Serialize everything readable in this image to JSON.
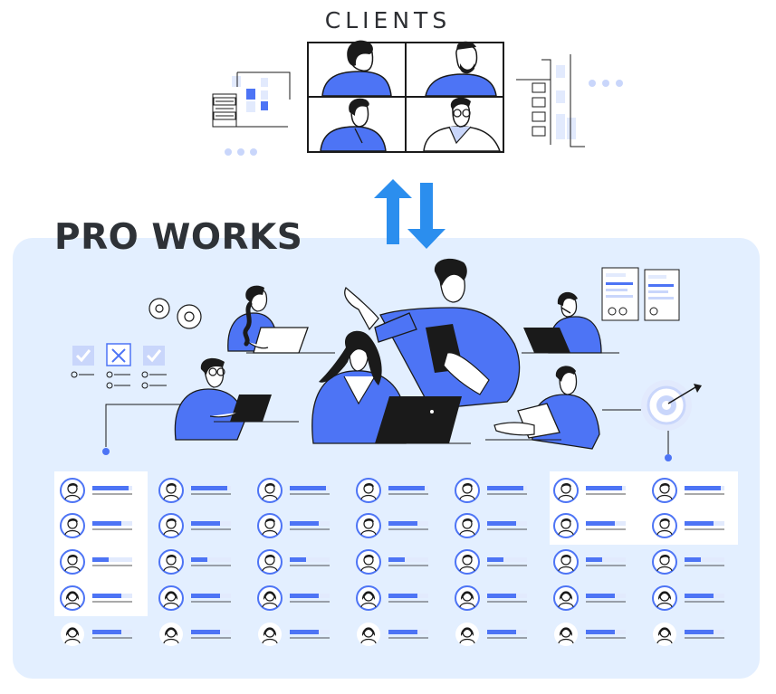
{
  "header": {
    "title": "CLIENTS"
  },
  "panel": {
    "title": "PRO WORKS"
  },
  "colors": {
    "accent": "#4d74f5",
    "arrow": "#2b8eee",
    "panel": "#e3efff",
    "ink": "#1a1a1a",
    "light": "#e2eafd"
  },
  "roster": {
    "columns": 7,
    "rows": 5,
    "highlight_groups": 2
  }
}
